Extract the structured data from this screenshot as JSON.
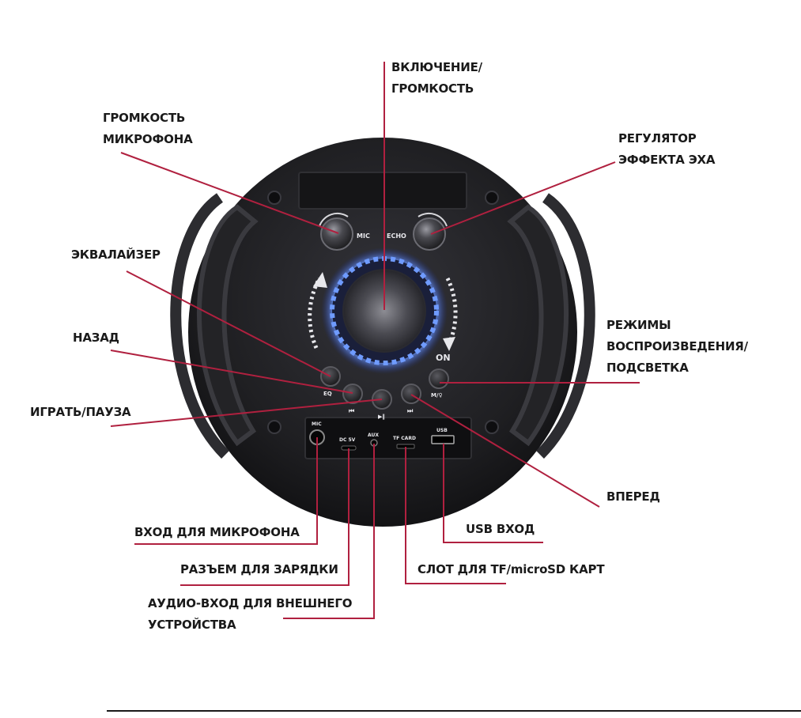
{
  "labels": {
    "power_volume": [
      "ВКЛЮЧЕНИЕ/",
      "ГРОМКОСТЬ"
    ],
    "mic_volume": [
      "ГРОМКОСТЬ",
      "МИКРОФОНА"
    ],
    "echo_regulator": [
      "РЕГУЛЯТОР",
      "ЭФФЕКТА ЭХА"
    ],
    "equalizer": [
      "ЭКВАЛАЙЗЕР"
    ],
    "back": [
      "НАЗАД"
    ],
    "play_pause": [
      "ИГРАТЬ/ПАУЗА"
    ],
    "modes_light": [
      "РЕЖИМЫ",
      "ВОСПРОИЗВЕДЕНИЯ/",
      "ПОДСВЕТКА"
    ],
    "forward": [
      "ВПЕРЕД"
    ],
    "usb_input": [
      "USB ВХОД"
    ],
    "mic_input": [
      "ВХОД ДЛЯ МИКРОФОНА"
    ],
    "charging_port": [
      "РАЗЪЕМ ДЛЯ ЗАРЯДКИ"
    ],
    "tf_slot": [
      "СЛОТ ДЛЯ TF/microSD КАРТ"
    ],
    "aux_input": [
      "АУДИО-ВХОД ДЛЯ ВНЕШНЕГО",
      "УСТРОЙСТВА"
    ]
  },
  "device": {
    "knob_mic": "MIC",
    "knob_echo": "ECHO",
    "on_text": "ON",
    "btn_eq": "EQ",
    "btn_prev": "⏮",
    "btn_play": "▶‖",
    "btn_next": "⏭",
    "btn_mode": "M/♀",
    "port_mic": "MIC",
    "port_dc": "DC 5V",
    "port_aux": "AUX",
    "port_tf": "TF CARD",
    "port_usb": "USB"
  },
  "colors": {
    "leader": "#b0203f",
    "body": "#1c1c1e",
    "ring_glow": "#4f86ff"
  }
}
